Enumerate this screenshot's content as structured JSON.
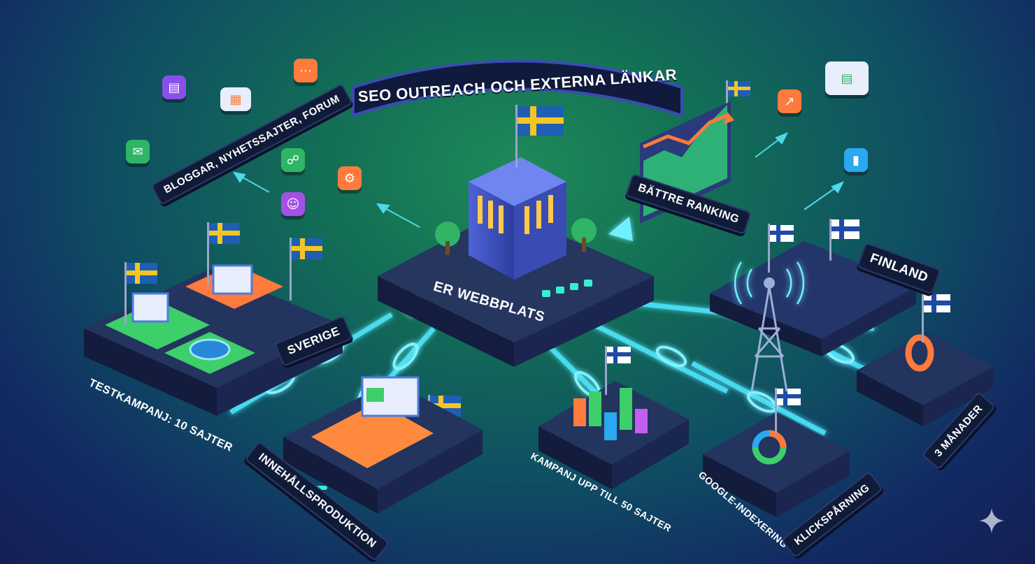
{
  "title": "SEO OUTREACH OCH EXTERNA LÄNKAR",
  "center": {
    "label": "ER WEBBPLATS"
  },
  "nodes": {
    "sites": "BLOGGAR, NYHETSSAJTER, FORUM",
    "ranking": "BÄTTRE RANKING",
    "sweden": "SVERIGE",
    "finland": "FINLAND",
    "test_campaign": "TESTKAMPANJ: 10 SAJTER",
    "content": "INNEHÅLLSPRODUKTION",
    "campaign": "KAMPANJ UPP TILL 50 SAJTER",
    "indexing": "GOOGLE-INDEXERING",
    "tracking": "KLICKSPÅRNING",
    "duration": "3 MÅNADER"
  },
  "colors": {
    "link_glow": "#4fe8ff",
    "platform_top": "#25345f",
    "platform_side": "#141d3f",
    "sweden_blue": "#1e5fb4",
    "sweden_yellow": "#f3c623",
    "finland_blue": "#1f4aa8",
    "finland_white": "#ffffff"
  },
  "icons": [
    "document-icon",
    "browser-icon",
    "chat-icon",
    "email-icon",
    "globe-icon",
    "settings-icon",
    "user-icon",
    "trend-icon",
    "dashboard-icon",
    "bar-chart-icon",
    "sparkle-icon"
  ]
}
